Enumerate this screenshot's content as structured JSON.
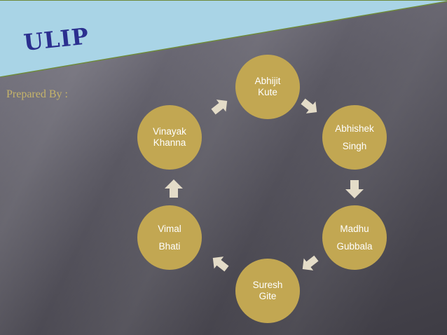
{
  "slide": {
    "title": "ULIP",
    "subtitle": "Prepared By :"
  },
  "cycle": {
    "nodes": [
      {
        "line1": "Abhijit",
        "line2": "Kute"
      },
      {
        "line1": "Abhishek",
        "line2": "Singh"
      },
      {
        "line1": "Madhu",
        "line2": "Gubbala"
      },
      {
        "line1": "Suresh",
        "line2": "Gite"
      },
      {
        "line1": "Vimal",
        "line2": "Bhati"
      },
      {
        "line1": "Vinayak",
        "line2": "Khanna"
      }
    ],
    "arrow_icons": [
      "arrow-right-down-icon",
      "arrow-down-icon",
      "arrow-left-down-icon",
      "arrow-left-up-icon",
      "arrow-up-icon",
      "arrow-right-up-icon"
    ]
  },
  "colors": {
    "node_fill": "#c2a752",
    "arrow_fill": "#e4dcc8",
    "banner": "#a9d4e6",
    "title": "#2b2f8f",
    "subtitle": "#c6b46a"
  }
}
